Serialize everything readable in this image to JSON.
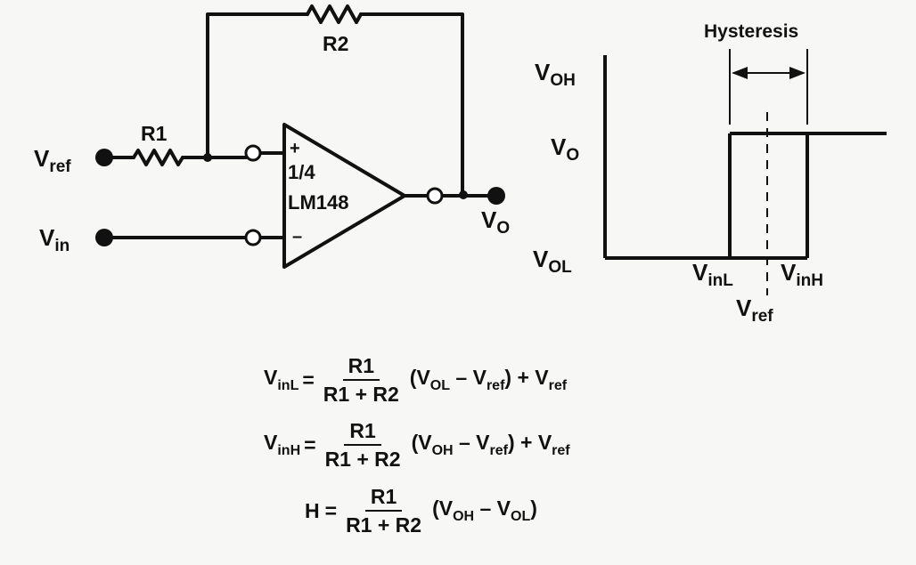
{
  "circuit": {
    "v_ref": "V",
    "v_ref_sub": "ref",
    "v_in": "V",
    "v_in_sub": "in",
    "r1": "R1",
    "r2": "R2",
    "plus": "+",
    "minus": "–",
    "fraction": "1/4",
    "part": "LM148",
    "v_out": "V",
    "v_out_sub": "O"
  },
  "transfer": {
    "hysteresis": "Hysteresis",
    "voh": "V",
    "voh_sub": "OH",
    "vo": "V",
    "vo_sub": "O",
    "vol": "V",
    "vol_sub": "OL",
    "vinl": "V",
    "vinl_sub": "inL",
    "vinh": "V",
    "vinh_sub": "inH",
    "vref": "V",
    "vref_sub": "ref"
  },
  "equations": [
    {
      "lhs": "V",
      "lhs_sub": "inL",
      "eq": "=",
      "num": "R1",
      "den": "R1 + R2",
      "t1": "(V",
      "t1_sub": "OL",
      "t2": " – V",
      "t2_sub": "ref",
      "t3": ") + V",
      "t3_sub": "ref"
    },
    {
      "lhs": "V",
      "lhs_sub": "inH",
      "eq": "=",
      "num": "R1",
      "den": "R1 + R2",
      "t1": "(V",
      "t1_sub": "OH",
      "t2": " – V",
      "t2_sub": "ref",
      "t3": ") + V",
      "t3_sub": "ref"
    },
    {
      "lhs": "H",
      "lhs_sub": "",
      "eq": "=",
      "num": "R1",
      "den": "R1 + R2",
      "t1": "(V",
      "t1_sub": "OH",
      "t2": " – V",
      "t2_sub": "OL",
      "t3": ")",
      "t3_sub": ""
    }
  ]
}
